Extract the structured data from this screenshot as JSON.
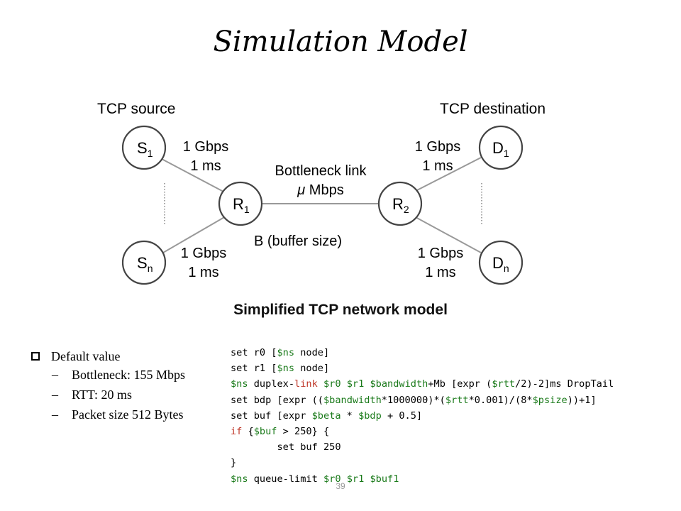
{
  "slide": {
    "title": "Simulation Model",
    "page_number": "39"
  },
  "diagram": {
    "caption": "Simplified TCP network model",
    "source_label": "TCP source",
    "destination_label": "TCP destination",
    "nodes": {
      "s1": {
        "main": "S",
        "sub": "1"
      },
      "sn": {
        "main": "S",
        "sub": "n"
      },
      "r1": {
        "main": "R",
        "sub": "1"
      },
      "r2": {
        "main": "R",
        "sub": "2"
      },
      "d1": {
        "main": "D",
        "sub": "1"
      },
      "dn": {
        "main": "D",
        "sub": "n"
      }
    },
    "links": {
      "s1_r1": {
        "bw": "1 Gbps",
        "delay": "1 ms"
      },
      "sn_r1": {
        "bw": "1 Gbps",
        "delay": "1 ms"
      },
      "r2_d1": {
        "bw": "1 Gbps",
        "delay": "1 ms"
      },
      "r2_dn": {
        "bw": "1 Gbps",
        "delay": "1 ms"
      },
      "bottleneck": {
        "name": "Bottleneck link",
        "mu": "μ",
        "unit": " Mbps",
        "buffer": "B (buffer size)"
      }
    }
  },
  "defaults": {
    "heading": "Default value",
    "items": [
      "Bottleneck: 155 Mbps",
      "RTT: 20 ms",
      "Packet size 512 Bytes"
    ]
  },
  "code": {
    "colors": {
      "variable": "#1a7a1a",
      "keyword": "#c0392b"
    },
    "lines": [
      [
        {
          "t": "set r0 ["
        },
        {
          "t": "$ns",
          "c": "v"
        },
        {
          "t": " node]"
        }
      ],
      [
        {
          "t": "set r1 ["
        },
        {
          "t": "$ns",
          "c": "v"
        },
        {
          "t": " node]"
        }
      ],
      [
        {
          "t": "$ns",
          "c": "v"
        },
        {
          "t": " duplex-"
        },
        {
          "t": "link",
          "c": "k"
        },
        {
          "t": " "
        },
        {
          "t": "$r0",
          "c": "v"
        },
        {
          "t": " "
        },
        {
          "t": "$r1",
          "c": "v"
        },
        {
          "t": " "
        },
        {
          "t": "$bandwidth",
          "c": "v"
        },
        {
          "t": "+Mb [expr ("
        },
        {
          "t": "$rtt",
          "c": "v"
        },
        {
          "t": "/2)-2]ms DropTail"
        }
      ],
      [
        {
          "t": "set bdp [expr (("
        },
        {
          "t": "$bandwidth",
          "c": "v"
        },
        {
          "t": "*1000000)*("
        },
        {
          "t": "$rtt",
          "c": "v"
        },
        {
          "t": "*0.001)/(8*"
        },
        {
          "t": "$psize",
          "c": "v"
        },
        {
          "t": "))+1]"
        }
      ],
      [
        {
          "t": "set buf [expr "
        },
        {
          "t": "$beta",
          "c": "v"
        },
        {
          "t": " * "
        },
        {
          "t": "$bdp",
          "c": "v"
        },
        {
          "t": " + 0.5]"
        }
      ],
      [
        {
          "t": "if",
          "c": "k"
        },
        {
          "t": " {"
        },
        {
          "t": "$buf",
          "c": "v"
        },
        {
          "t": " > 250} {"
        }
      ],
      [
        {
          "t": "        set buf 250"
        }
      ],
      [
        {
          "t": "}"
        }
      ],
      [
        {
          "t": "$ns",
          "c": "v"
        },
        {
          "t": " queue-limit "
        },
        {
          "t": "$r0",
          "c": "v"
        },
        {
          "t": " "
        },
        {
          "t": "$r1",
          "c": "v"
        },
        {
          "t": " "
        },
        {
          "t": "$buf1",
          "c": "v"
        }
      ]
    ]
  }
}
